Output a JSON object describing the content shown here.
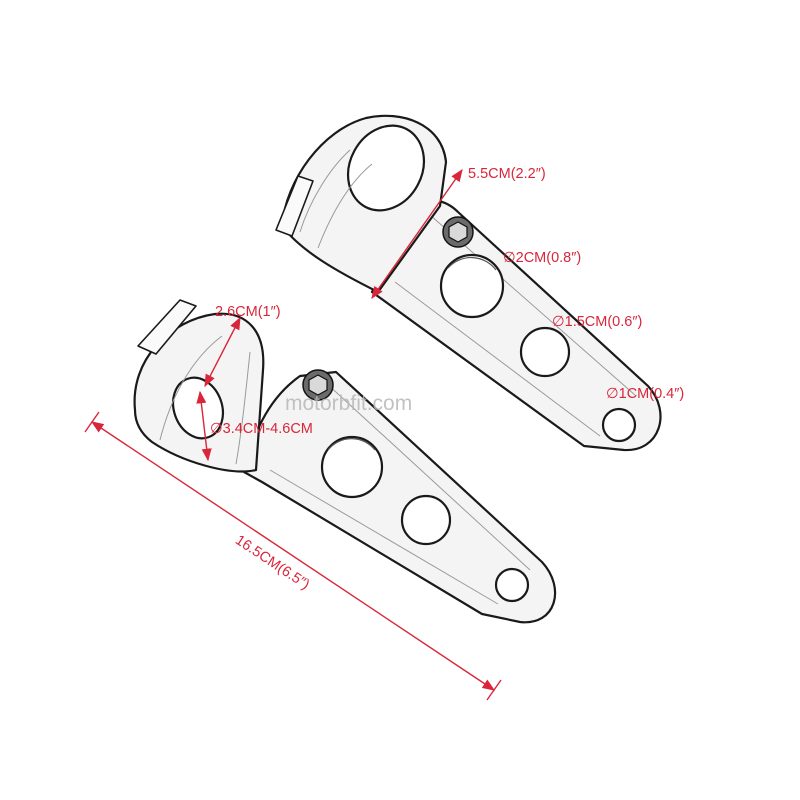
{
  "watermark": "motorbfit.com",
  "dimensions": {
    "upper_width": "5.5CM(2.2″)",
    "hole_large": "∅2CM(0.8″)",
    "hole_medium": "∅1.5CM(0.6″)",
    "hole_small": "∅1CM(0.4″)",
    "clamp_width": "2.6CM(1″)",
    "clamp_diameter": "∅3.4CM-4.6CM",
    "total_length": "16.5CM(6.5″)"
  },
  "colors": {
    "dimension": "#d9263a",
    "outline": "#1a1a1a",
    "watermark": "#b8b8b8"
  }
}
